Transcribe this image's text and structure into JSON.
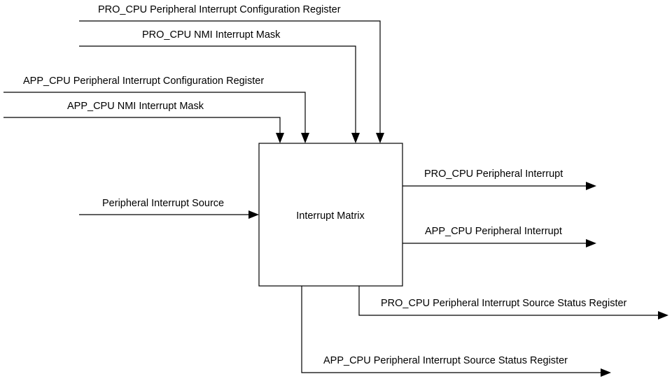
{
  "block": {
    "label": "Interrupt Matrix"
  },
  "inputs": {
    "pro_cpu_config_register": "PRO_CPU Peripheral Interrupt Configuration Register",
    "pro_cpu_nmi_mask": "PRO_CPU NMI Interrupt Mask",
    "app_cpu_config_register": "APP_CPU Peripheral Interrupt Configuration Register",
    "app_cpu_nmi_mask": "APP_CPU NMI Interrupt Mask",
    "peripheral_interrupt_source": "Peripheral Interrupt Source"
  },
  "outputs": {
    "pro_cpu_peripheral_interrupt": "PRO_CPU Peripheral Interrupt",
    "app_cpu_peripheral_interrupt": "APP_CPU Peripheral Interrupt",
    "pro_cpu_source_status_register": "PRO_CPU Peripheral Interrupt Source Status Register",
    "app_cpu_source_status_register": "APP_CPU Peripheral Interrupt Source Status Register"
  }
}
